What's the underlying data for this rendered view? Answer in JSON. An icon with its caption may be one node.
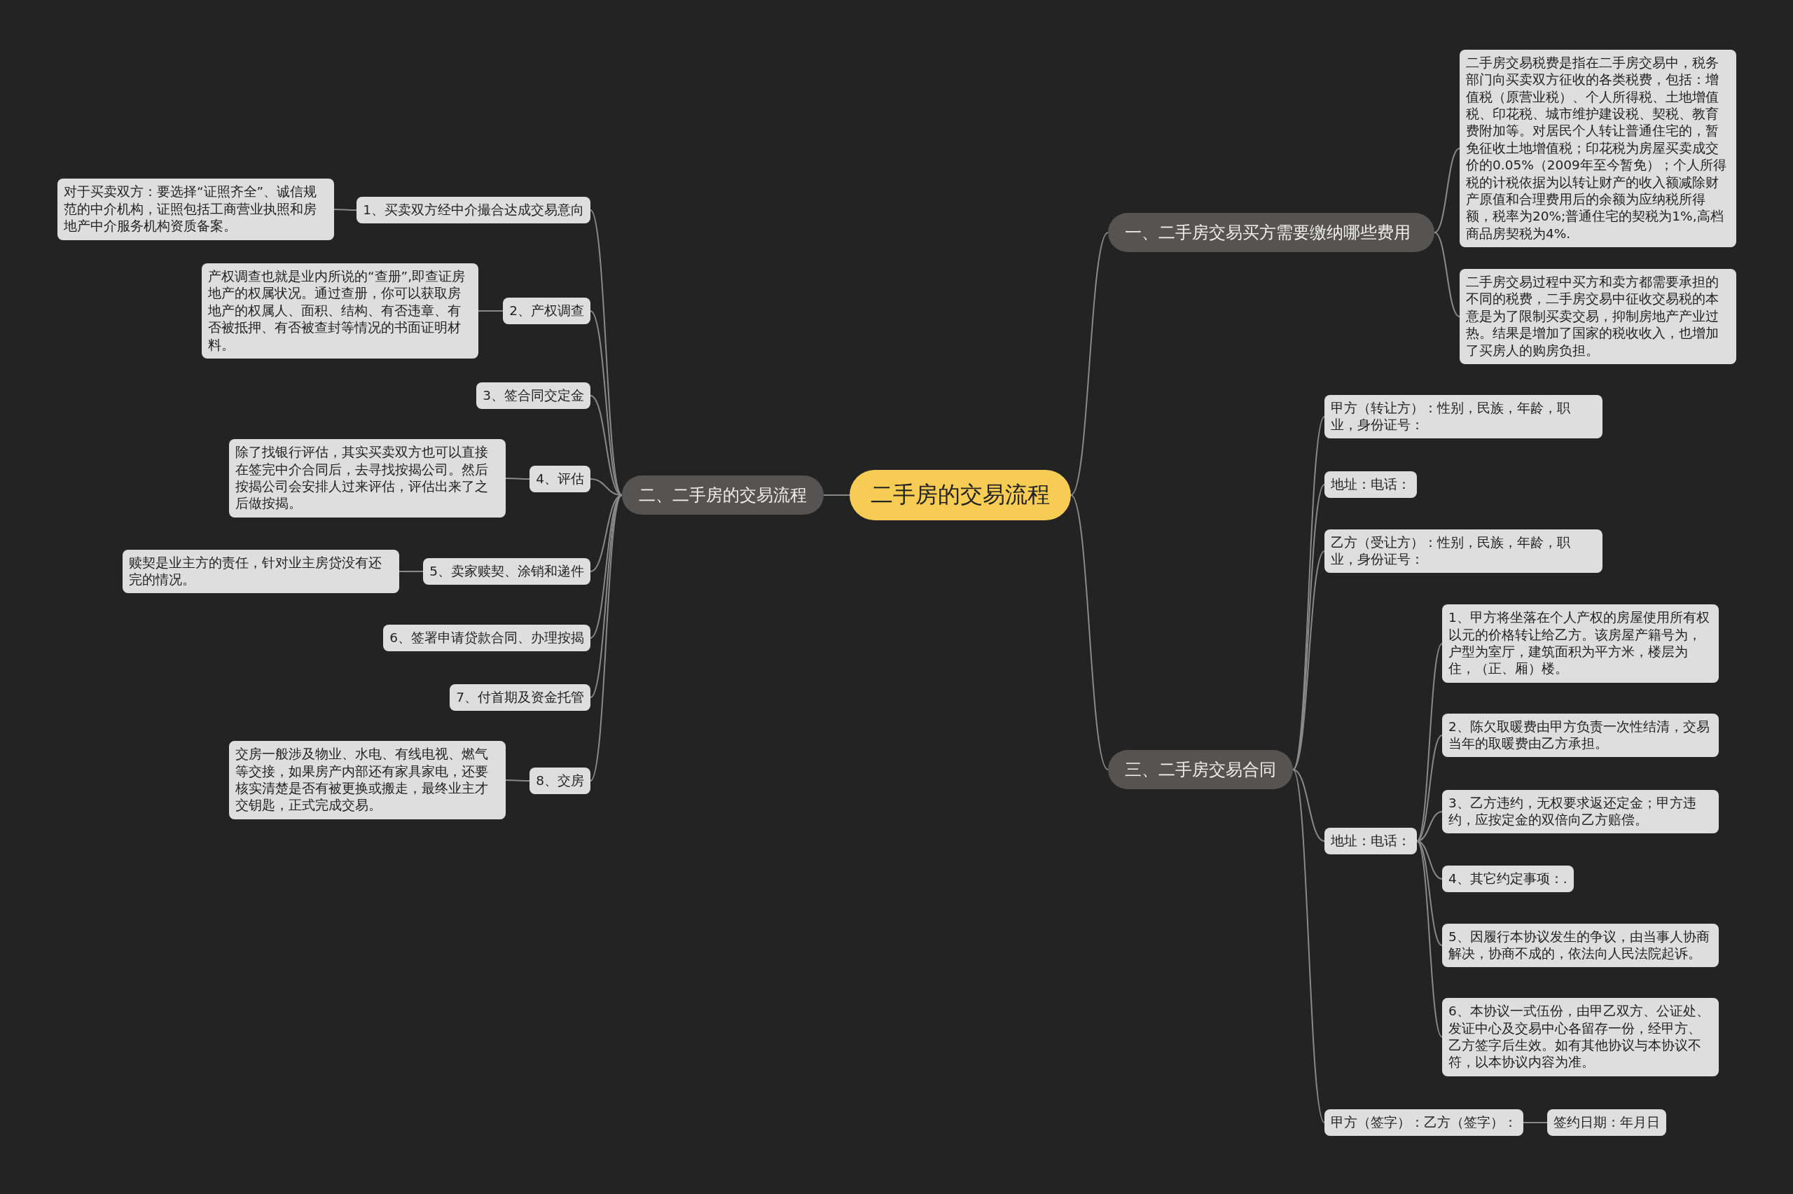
{
  "diagram": {
    "nodes": [
      {
        "text": [
          "二手房的交易流程"
        ]
      },
      {
        "text": [
          "一、二手房交易买方需要缴纳哪些费用"
        ]
      },
      {
        "text": [
          "二手房交易税费是指在二手房交易中，税务部门向买卖双方征收的各类税费，包括：增值税（原营业税）、个人所得税、土地增值税、印花税、城市维护建设税、契税、教育费附加等。对居民个人转让普通住宅的，暂免征收土地增值税；印花税为房屋买卖成交价的0.05%（2009年至今暂免）；个人所得税的计税依据为以转让财产的收入额减除财产原值和合理费用后的余额为应纳税所得额，税率为20%;普通住宅的契税为1%,高档商品房契税为4%."
        ]
      },
      {
        "text": [
          "二手房交易过程中买方和卖方都需要承担的不同的税费，二手房交易中征收交易税的本意是为了限制买卖交易，抑制房地产产业过热。结果是增加了国家的税收收入，也增加了买房人的购房负担。"
        ]
      },
      {
        "text": [
          "二、二手房的交易流程"
        ]
      },
      {
        "text": [
          "1、买卖双方经中介撮合达成交易意向"
        ]
      },
      {
        "text": [
          "对于买卖双方：要选择“证照齐全”、诚信规范的中介机构，证照包括工商营业执照和房地产中介服务机构资质备案。"
        ]
      },
      {
        "text": [
          "2、产权调查"
        ]
      },
      {
        "text": [
          "产权调查也就是业内所说的“查册”,即查证房地产的权属状况。通过查册，你可以获取房地产的权属人、面积、结构、有否违章、有否被抵押、有否被查封等情况的书面证明材料。"
        ]
      },
      {
        "text": [
          "3、签合同交定金"
        ]
      },
      {
        "text": [
          "4、评估"
        ]
      },
      {
        "text": [
          "除了找银行评估，其实买卖双方也可以直接在签完中介合同后，去寻找按揭公司。然后按揭公司会安排人过来评估，评估出来了之后做按揭。"
        ]
      },
      {
        "text": [
          "5、卖家赎契、涂销和递件"
        ]
      },
      {
        "text": [
          "赎契是业主方的责任，针对业主房贷没有还完的情况。"
        ]
      },
      {
        "text": [
          "6、签署申请贷款合同、办理按揭"
        ]
      },
      {
        "text": [
          "7、付首期及资金托管"
        ]
      },
      {
        "text": [
          "8、交房"
        ]
      },
      {
        "text": [
          "交房一般涉及物业、水电、有线电视、燃气等交接，如果房产内部还有家具家电，还要核实清楚是否有被更换或搬走，最终业主才交钥匙，正式完成交易。"
        ]
      },
      {
        "text": [
          "三、二手房交易合同"
        ]
      },
      {
        "text": [
          "甲方（转让方）：性别，民族，年龄，职业，身份证号："
        ]
      },
      {
        "text": [
          "地址：电话："
        ]
      },
      {
        "text": [
          "乙方（受让方）：性别，民族，年龄，职业，身份证号："
        ]
      },
      {
        "text": [
          "地址：电话："
        ]
      },
      {
        "text": [
          "1、甲方将坐落在个人产权的房屋使用所有权以元的价格转让给乙方。该房屋产籍号为，户型为室厅，建筑面积为平方米，楼层为住，（正、厢）楼。"
        ]
      },
      {
        "text": [
          "2、陈欠取暖费由甲方负责一次性结清，交易当年的取暖费由乙方承担。"
        ]
      },
      {
        "text": [
          "3、乙方违约，无权要求返还定金；甲方违约，应按定金的双倍向乙方赔偿。"
        ]
      },
      {
        "text": [
          "4、其它约定事项：."
        ]
      },
      {
        "text": [
          "5、因履行本协议发生的争议，由当事人协商解决，协商不成的，依法向人民法院起诉。"
        ]
      },
      {
        "text": [
          "6、本协议一式伍份，由甲乙双方、公证处、发证中心及交易中心各留存一份，经甲方、乙方签字后生效。如有其他协议与本协议不符，以本协议内容为准。"
        ]
      },
      {
        "text": [
          "甲方（签字）：乙方（签字）："
        ]
      },
      {
        "text": [
          "签约日期：年月日"
        ]
      }
    ],
    "edges": [
      {
        "from": 0,
        "to": 1,
        "arrow": "none"
      },
      {
        "from": 0,
        "to": 4,
        "arrow": "none"
      },
      {
        "from": 0,
        "to": 18,
        "arrow": "none"
      },
      {
        "from": 1,
        "to": 2,
        "arrow": "none"
      },
      {
        "from": 1,
        "to": 3,
        "arrow": "none"
      },
      {
        "from": 4,
        "to": 5,
        "arrow": "none"
      },
      {
        "from": 4,
        "to": 7,
        "arrow": "none"
      },
      {
        "from": 4,
        "to": 9,
        "arrow": "none"
      },
      {
        "from": 4,
        "to": 10,
        "arrow": "none"
      },
      {
        "from": 4,
        "to": 12,
        "arrow": "none"
      },
      {
        "from": 4,
        "to": 14,
        "arrow": "none"
      },
      {
        "from": 4,
        "to": 15,
        "arrow": "none"
      },
      {
        "from": 4,
        "to": 16,
        "arrow": "none"
      },
      {
        "from": 5,
        "to": 6,
        "arrow": "none"
      },
      {
        "from": 7,
        "to": 8,
        "arrow": "none"
      },
      {
        "from": 10,
        "to": 11,
        "arrow": "none"
      },
      {
        "from": 12,
        "to": 13,
        "arrow": "none"
      },
      {
        "from": 16,
        "to": 17,
        "arrow": "none"
      },
      {
        "from": 18,
        "to": 19,
        "arrow": "none"
      },
      {
        "from": 18,
        "to": 20,
        "arrow": "none"
      },
      {
        "from": 18,
        "to": 21,
        "arrow": "none"
      },
      {
        "from": 18,
        "to": 22,
        "arrow": "none"
      },
      {
        "from": 18,
        "to": 29,
        "arrow": "none"
      },
      {
        "from": 22,
        "to": 23,
        "arrow": "none"
      },
      {
        "from": 22,
        "to": 24,
        "arrow": "none"
      },
      {
        "from": 22,
        "to": 25,
        "arrow": "none"
      },
      {
        "from": 22,
        "to": 26,
        "arrow": "none"
      },
      {
        "from": 22,
        "to": 27,
        "arrow": "none"
      },
      {
        "from": 22,
        "to": 28,
        "arrow": "none"
      },
      {
        "from": 29,
        "to": 30,
        "arrow": "none"
      }
    ]
  }
}
